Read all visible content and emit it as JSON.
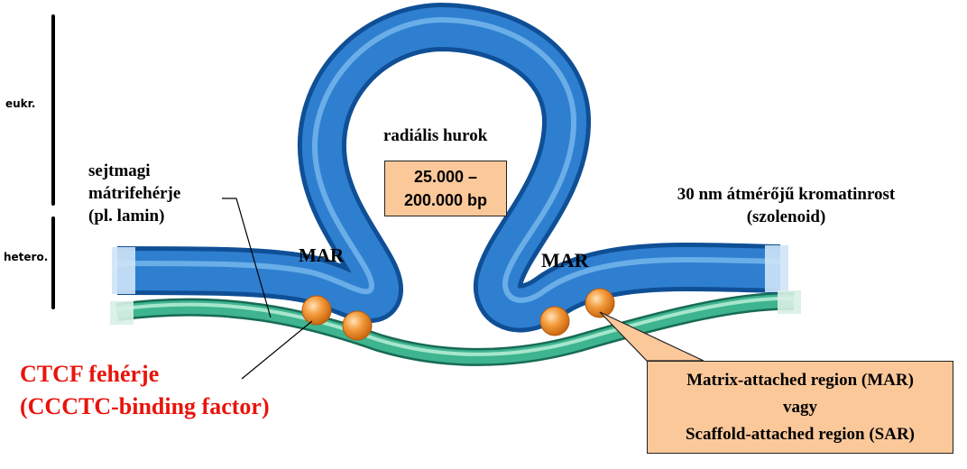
{
  "side": {
    "eukr_label": "eukr.",
    "hetero_label": "hetero."
  },
  "labels": {
    "loop": "radiális hurok",
    "loop_size_line1": "25.000 –",
    "loop_size_line2": "200.000 bp",
    "matrix_protein_line1": "sejtmagi",
    "matrix_protein_line2": "mátrifehérje",
    "matrix_protein_line3": "(pl. lamin)",
    "fiber_line1": "30 nm átmérőjű kromatinrost",
    "fiber_line2": "(szolenoid)",
    "mar_left": "MAR",
    "mar_right": "MAR",
    "ctcf_line1": "CTCF fehérje",
    "ctcf_line2": "(CCCTC-binding factor)",
    "mar_box_line1": "Matrix-attached region (MAR)",
    "mar_box_line2": "vagy",
    "mar_box_line3": "Scaffold-attached region (SAR)"
  },
  "colors": {
    "fiber_blue": "#2f7fd0",
    "fiber_dark": "#0f4f96",
    "matrix_green": "#2e9f7f",
    "bead_orange": "#f08a24",
    "box_fill": "#fbc89a",
    "ctcf_text": "#e8140c"
  }
}
